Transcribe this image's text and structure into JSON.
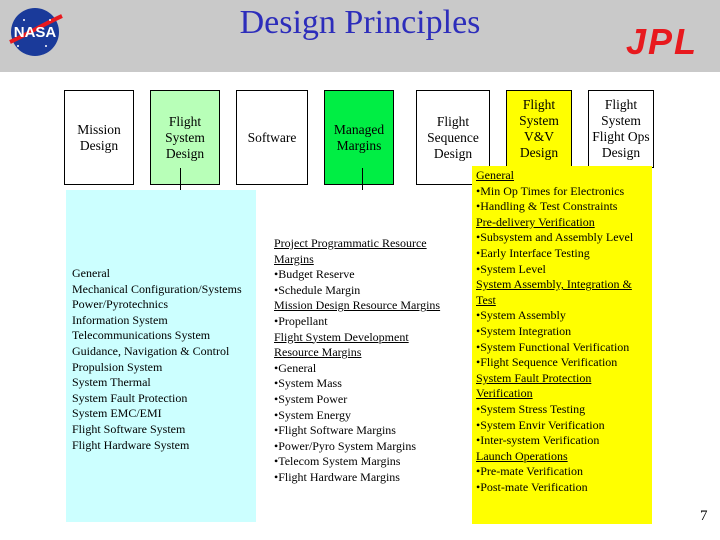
{
  "header": {
    "title": "Design Principles",
    "left_logo": "NASA",
    "right_logo": "JPL"
  },
  "colors": {
    "header_bg": "#c9c9c9",
    "title": "#2d2dbb",
    "flight_system_design": "#b8ffb8",
    "managed_margins": "#00ee44",
    "flight_system_vv": "#ffff00",
    "system_panel": "#ccffff",
    "margins_panel": "#ffffff",
    "vv_panel": "#ffff00",
    "jpl_red": "#e8191e"
  },
  "boxes": {
    "mission_design": "Mission Design",
    "flight_system_design": "Flight System Design",
    "software": "Software",
    "managed_margins": "Managed Margins",
    "flight_sequence_design": "Flight Sequence Design",
    "flight_system_vv": "Flight System V&V Design",
    "flight_system_ops": "Flight System Flight Ops Design"
  },
  "system_panel": [
    "General",
    "Mechanical Configuration/Systems",
    "Power/Pyrotechnics",
    "Information System",
    "Telecommunications System",
    "Guidance, Navigation & Control",
    "Propulsion System",
    "System Thermal",
    "System Fault Protection",
    "System EMC/EMI",
    "Flight Software System",
    "Flight Hardware System"
  ],
  "margins_panel": [
    {
      "text": "Project Programmatic Resource",
      "heading": true
    },
    {
      "text": "Margins",
      "heading": true
    },
    {
      "text": "•Budget Reserve",
      "heading": false
    },
    {
      "text": "•Schedule Margin",
      "heading": false
    },
    {
      "text": "Mission Design Resource Margins",
      "heading": true
    },
    {
      "text": "•Propellant",
      "heading": false
    },
    {
      "text": "Flight System Development",
      "heading": true
    },
    {
      "text": "Resource Margins",
      "heading": true
    },
    {
      "text": "•General",
      "heading": false
    },
    {
      "text": "•System Mass",
      "heading": false
    },
    {
      "text": "•System Power",
      "heading": false
    },
    {
      "text": "•System Energy",
      "heading": false
    },
    {
      "text": "•Flight Software Margins",
      "heading": false
    },
    {
      "text": "•Power/Pyro System Margins",
      "heading": false
    },
    {
      "text": "•Telecom System Margins",
      "heading": false
    },
    {
      "text": "•Flight Hardware Margins",
      "heading": false
    }
  ],
  "vv_panel": [
    {
      "text": "General",
      "heading": true
    },
    {
      "text": "•Min Op Times for Electronics",
      "heading": false
    },
    {
      "text": "•Handling & Test Constraints",
      "heading": false
    },
    {
      "text": "Pre-delivery Verification",
      "heading": true
    },
    {
      "text": "•Subsystem and Assembly Level",
      "heading": false
    },
    {
      "text": "•Early Interface Testing",
      "heading": false
    },
    {
      "text": "•System Level",
      "heading": false
    },
    {
      "text": "System Assembly, Integration &",
      "heading": true
    },
    {
      "text": "Test",
      "heading": true
    },
    {
      "text": "•System Assembly",
      "heading": false
    },
    {
      "text": "•System Integration",
      "heading": false
    },
    {
      "text": "•System Functional Verification",
      "heading": false
    },
    {
      "text": "•Flight Sequence Verification",
      "heading": false
    },
    {
      "text": "System Fault Protection",
      "heading": true
    },
    {
      "text": "Verification",
      "heading": true
    },
    {
      "text": "•System Stress Testing",
      "heading": false
    },
    {
      "text": "•System Envir Verification",
      "heading": false
    },
    {
      "text": "•Inter-system Verification",
      "heading": false
    },
    {
      "text": "Launch Operations",
      "heading": true
    },
    {
      "text": "•Pre-mate Verification",
      "heading": false
    },
    {
      "text": "•Post-mate Verification",
      "heading": false
    }
  ],
  "page_number": "7"
}
